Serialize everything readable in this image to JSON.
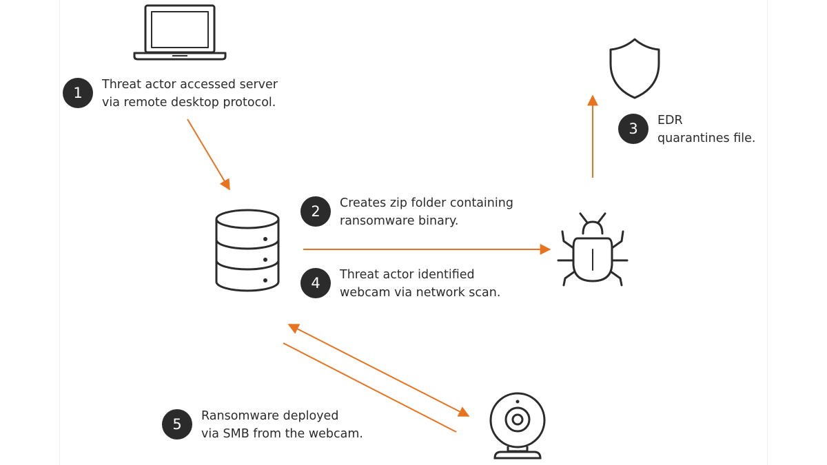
{
  "colors": {
    "accent": "#e8731e",
    "ink": "#2b2b2b",
    "badge_text": "#ffffff"
  },
  "nodes": {
    "laptop": {
      "icon": "laptop-icon"
    },
    "server": {
      "icon": "database-server-icon"
    },
    "malware": {
      "icon": "bug-icon"
    },
    "edr": {
      "icon": "shield-icon"
    },
    "webcam": {
      "icon": "webcam-icon"
    }
  },
  "steps": [
    {
      "number": "1",
      "text": "Threat actor accessed server\nvia remote desktop protocol."
    },
    {
      "number": "2",
      "text": "Creates zip folder containing\nransomware binary."
    },
    {
      "number": "3",
      "text": "EDR\nquarantines file."
    },
    {
      "number": "4",
      "text": "Threat actor identified\nwebcam via network scan."
    },
    {
      "number": "5",
      "text": "Ransomware deployed\nvia SMB from the webcam."
    }
  ]
}
